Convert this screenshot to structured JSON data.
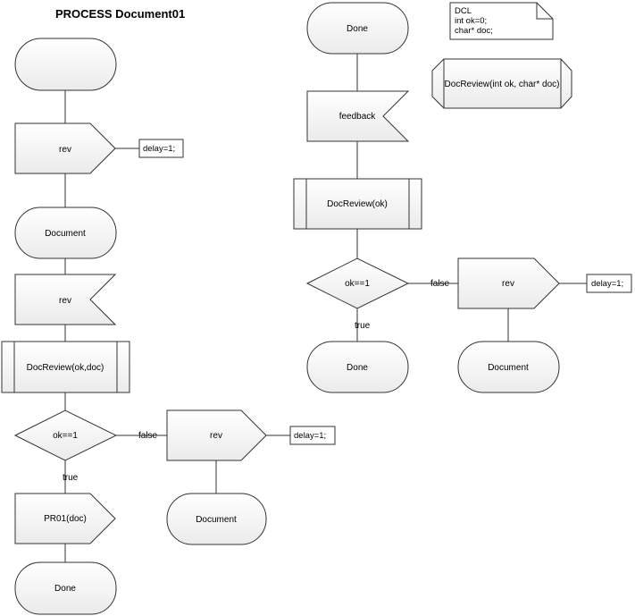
{
  "title": "PROCESS Document01",
  "left_flow": {
    "start": "",
    "input_rev": "rev",
    "input_rev_note": "delay=1;",
    "state_document": "Document",
    "output_rev": "rev",
    "call_docreview": "DocReview(ok,doc)",
    "decision": "ok==1",
    "false_label": "false",
    "true_label": "true",
    "input_pr01": "PR01(doc)",
    "state_done": "Done",
    "branch_rev": "rev",
    "branch_rev_note": "delay=1;",
    "branch_document": "Document"
  },
  "right_flow": {
    "state_done_top": "Done",
    "output_feedback": "feedback",
    "call_docreview": "DocReview(ok)",
    "decision": "ok==1",
    "false_label": "false",
    "true_label": "true",
    "state_done": "Done",
    "branch_rev": "rev",
    "branch_rev_note": "delay=1;",
    "branch_document": "Document"
  },
  "declaration": {
    "line1": "DCL",
    "line2": "int ok=0;",
    "line3": "char* doc;"
  },
  "procedure_def": "DocReview(int ok, char* doc)"
}
